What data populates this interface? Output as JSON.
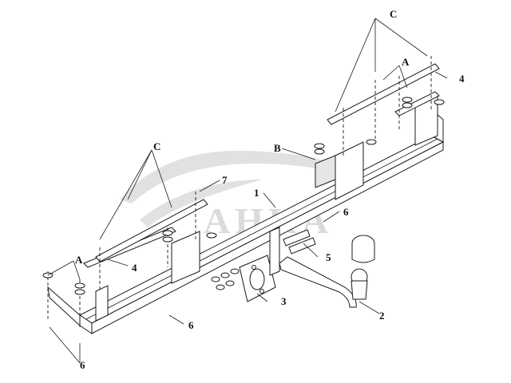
{
  "diagram": {
    "watermark": {
      "brand": "AHKA"
    },
    "callouts": [
      {
        "id": "callout-c-top",
        "text": "C"
      },
      {
        "id": "callout-a-top",
        "text": "A"
      },
      {
        "id": "callout-4-top",
        "text": "4"
      },
      {
        "id": "callout-b",
        "text": "B"
      },
      {
        "id": "callout-c-left",
        "text": "C"
      },
      {
        "id": "callout-7",
        "text": "7"
      },
      {
        "id": "callout-1",
        "text": "1"
      },
      {
        "id": "callout-6-mid",
        "text": "6"
      },
      {
        "id": "callout-5",
        "text": "5"
      },
      {
        "id": "callout-4-left",
        "text": "4"
      },
      {
        "id": "callout-a-left",
        "text": "A"
      },
      {
        "id": "callout-3",
        "text": "3"
      },
      {
        "id": "callout-2",
        "text": "2"
      },
      {
        "id": "callout-6-bottom",
        "text": "6"
      },
      {
        "id": "callout-6-left",
        "text": "6"
      }
    ]
  }
}
